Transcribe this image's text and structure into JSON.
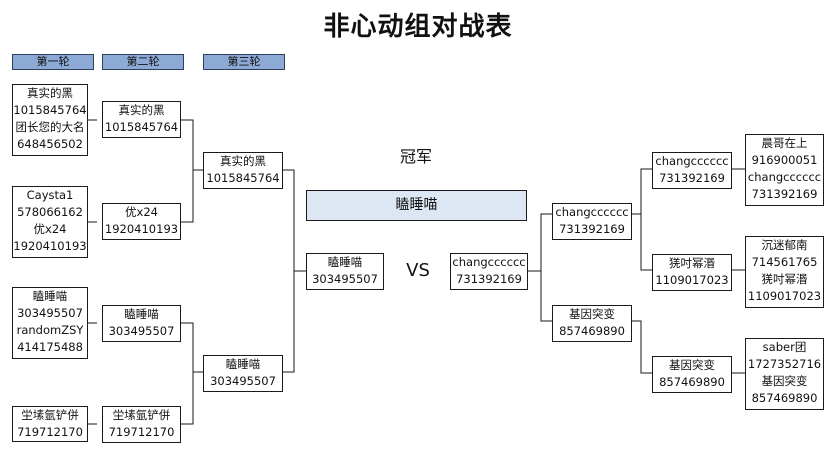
{
  "title": "非心动组对战表",
  "rounds": [
    "第一轮",
    "第二轮",
    "第三轮"
  ],
  "champion_label": "冠军",
  "champion": "瞌睡喵",
  "vs": "VS",
  "left": {
    "round1": [
      {
        "name": "真实的黑",
        "id": "1015845764"
      },
      {
        "name": "团长您的大名",
        "id": "648456502"
      },
      {
        "name": "Caysta1",
        "id": "578066162"
      },
      {
        "name": "优x24",
        "id": "1920410193"
      },
      {
        "name": "瞌睡喵",
        "id": "303495507"
      },
      {
        "name": "randomZSY",
        "id": "414175488"
      },
      {
        "name": "坣塐氩铲併",
        "id": "719712170"
      }
    ],
    "round2": [
      {
        "name": "真实的黑",
        "id": "1015845764"
      },
      {
        "name": "优x24",
        "id": "1920410193"
      },
      {
        "name": "瞌睡喵",
        "id": "303495507"
      },
      {
        "name": "坣塐氩铲併",
        "id": "719712170"
      }
    ],
    "round3": [
      {
        "name": "真实的黑",
        "id": "1015845764"
      },
      {
        "name": "瞌睡喵",
        "id": "303495507"
      }
    ],
    "final": {
      "name": "瞌睡喵",
      "id": "303495507"
    }
  },
  "right": {
    "round1": [
      {
        "name": "晨哥在上",
        "id": "916900051"
      },
      {
        "name": "changcccccc",
        "id": "731392169"
      },
      {
        "name": "沉迷郁南",
        "id": "714561765"
      },
      {
        "name": "猐吋幂湣",
        "id": "1109017023"
      },
      {
        "name": "saber团",
        "id": "1727352716"
      },
      {
        "name": "基因突变",
        "id": "857469890"
      }
    ],
    "round2": [
      {
        "name": "changcccccc",
        "id": "731392169"
      },
      {
        "name": "猐吋幂湣",
        "id": "1109017023"
      },
      {
        "name": "基因突变",
        "id": "857469890"
      }
    ],
    "round3": [
      {
        "name": "changcccccc",
        "id": "731392169"
      },
      {
        "name": "基因突变",
        "id": "857469890"
      }
    ],
    "final": {
      "name": "changcccccc",
      "id": "731392169"
    }
  }
}
